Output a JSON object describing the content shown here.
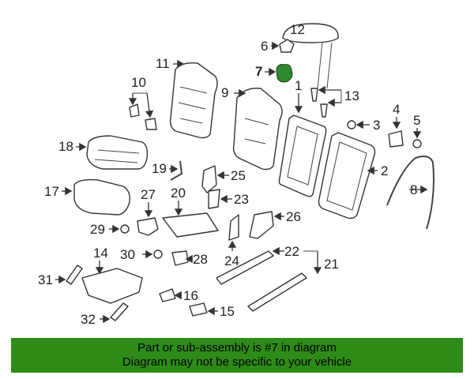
{
  "callouts": {
    "c1": "1",
    "c2": "2",
    "c3": "3",
    "c4": "4",
    "c5": "5",
    "c6": "6",
    "c7": "7",
    "c8": "8",
    "c9": "9",
    "c10": "10",
    "c11": "11",
    "c12": "12",
    "c13": "13",
    "c14": "14",
    "c15": "15",
    "c16": "16",
    "c17": "17",
    "c18": "18",
    "c19": "19",
    "c20": "20",
    "c21": "21",
    "c22": "22",
    "c23": "23",
    "c24": "24",
    "c25": "25",
    "c26": "26",
    "c27": "27",
    "c28": "28",
    "c29": "29",
    "c30": "30",
    "c31": "31",
    "c32": "32"
  },
  "banner": {
    "line1": "Part or sub-assembly is #7 in diagram",
    "line2": "Diagram may not be specific to your vehicle"
  },
  "colors": {
    "highlight_part": "#2e8b2e",
    "banner_bg": "#2e8b17"
  }
}
